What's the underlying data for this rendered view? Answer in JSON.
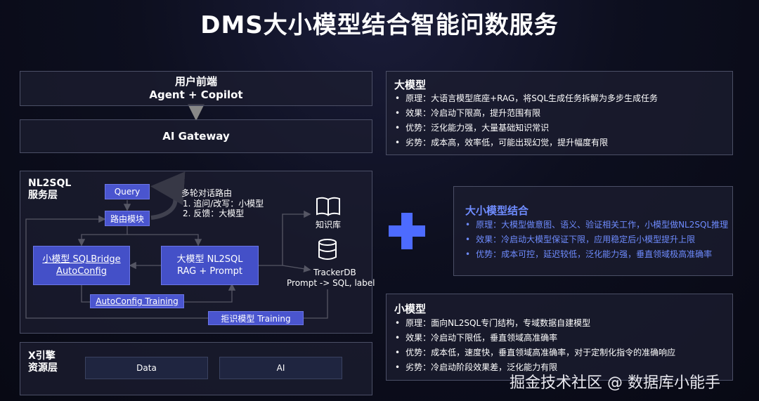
{
  "title": "DMS大小模型结合智能问数服务",
  "frontend": {
    "line1": "用户前端",
    "line2": "Agent + Copilot"
  },
  "gateway": "AI Gateway",
  "nl2sql_layer": {
    "label": "NL2SQL\n服务层",
    "query": "Query",
    "router": "路由模块",
    "routing_note_title": "多轮对话路由",
    "routing_note_1": "1.  追问/改写：小模型",
    "routing_note_2": "2.  反馈：大模型",
    "small_model_line1": "小模型 SQLBridge",
    "small_model_line2": "AutoConfig",
    "large_model_line1": "大模型 NL2SQL",
    "large_model_line2": "RAG + Prompt",
    "autoconfig_training": "AutoConfig Training",
    "intent_training": "拒识模型 Training",
    "knowledge_base": "知识库",
    "trackerdb_line1": "TrackerDB",
    "trackerdb_line2": "Prompt -> SQL, label"
  },
  "engine_layer": {
    "label": "X引擎\n资源层",
    "data": "Data",
    "ai": "AI"
  },
  "large_model_card": {
    "title": "大模型",
    "items": [
      "原理：大语言模型底座+RAG，将SQL生成任务拆解为多步生成任务",
      "效果：冷启动下限高，提升范围有限",
      "优势：泛化能力强，大量基础知识常识",
      "劣势：成本高，效率低，可能出现幻觉，提升幅度有限"
    ]
  },
  "combined_card": {
    "title": "大小模型结合",
    "items": [
      "原理：大模型做意图、语义、验证相关工作，小模型做NL2SQL推理",
      "效果：冷启动大模型保证下限，应用稳定后小模型提升上限",
      "优势：成本可控，延迟较低，泛化能力强，垂直领域极高准确率"
    ]
  },
  "small_model_card": {
    "title": "小模型",
    "items": [
      "原理：面向NL2SQL专门结构，专域数据自建模型",
      "效果：冷启动下限低，垂直领域高准确率",
      "优势：成本低，速度快，垂直领域高准确率，对于定制化指令的准确响应",
      "劣势：冷启动阶段效果差，泛化能力有限"
    ]
  },
  "watermark": "掘金技术社区 @ 数据库小能手",
  "colors": {
    "accent_blue": "#4a55cf",
    "bullet_blue": "#6f8cff",
    "plus_blue": "#4d6bff"
  }
}
